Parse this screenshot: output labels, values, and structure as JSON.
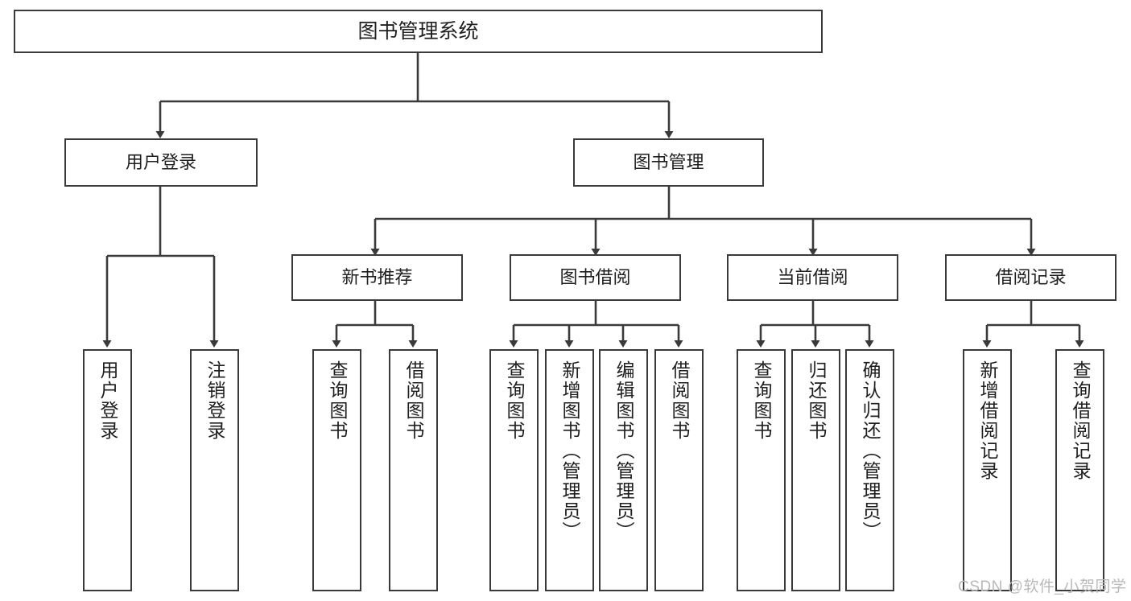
{
  "diagram": {
    "type": "hierarchy-tree",
    "title": "图书管理系统",
    "root": {
      "label": "图书管理系统"
    },
    "level2": [
      {
        "label": "用户登录"
      },
      {
        "label": "图书管理"
      }
    ],
    "level3": [
      {
        "label": "新书推荐"
      },
      {
        "label": "图书借阅"
      },
      {
        "label": "当前借阅"
      },
      {
        "label": "借阅记录"
      }
    ],
    "leaves": {
      "user_login": [
        {
          "label": "用户登录"
        },
        {
          "label": "注销登录"
        }
      ],
      "new_book_recommend": [
        {
          "label": "查询图书"
        },
        {
          "label": "借阅图书"
        }
      ],
      "book_borrow": [
        {
          "label": "查询图书"
        },
        {
          "label": "新增图书（管理员）"
        },
        {
          "label": "编辑图书（管理员）"
        },
        {
          "label": "借阅图书"
        }
      ],
      "current_borrow": [
        {
          "label": "查询图书"
        },
        {
          "label": "归还图书"
        },
        {
          "label": "确认归还（管理员）"
        }
      ],
      "borrow_record": [
        {
          "label": "新增借阅记录"
        },
        {
          "label": "查询借阅记录"
        }
      ]
    }
  },
  "watermark": {
    "text": "CSDN @软件_小贺同学"
  },
  "colors": {
    "stroke": "#3a3a3a",
    "text": "#1f1f1f",
    "background": "#ffffff",
    "watermark": "#b9b9b9"
  }
}
